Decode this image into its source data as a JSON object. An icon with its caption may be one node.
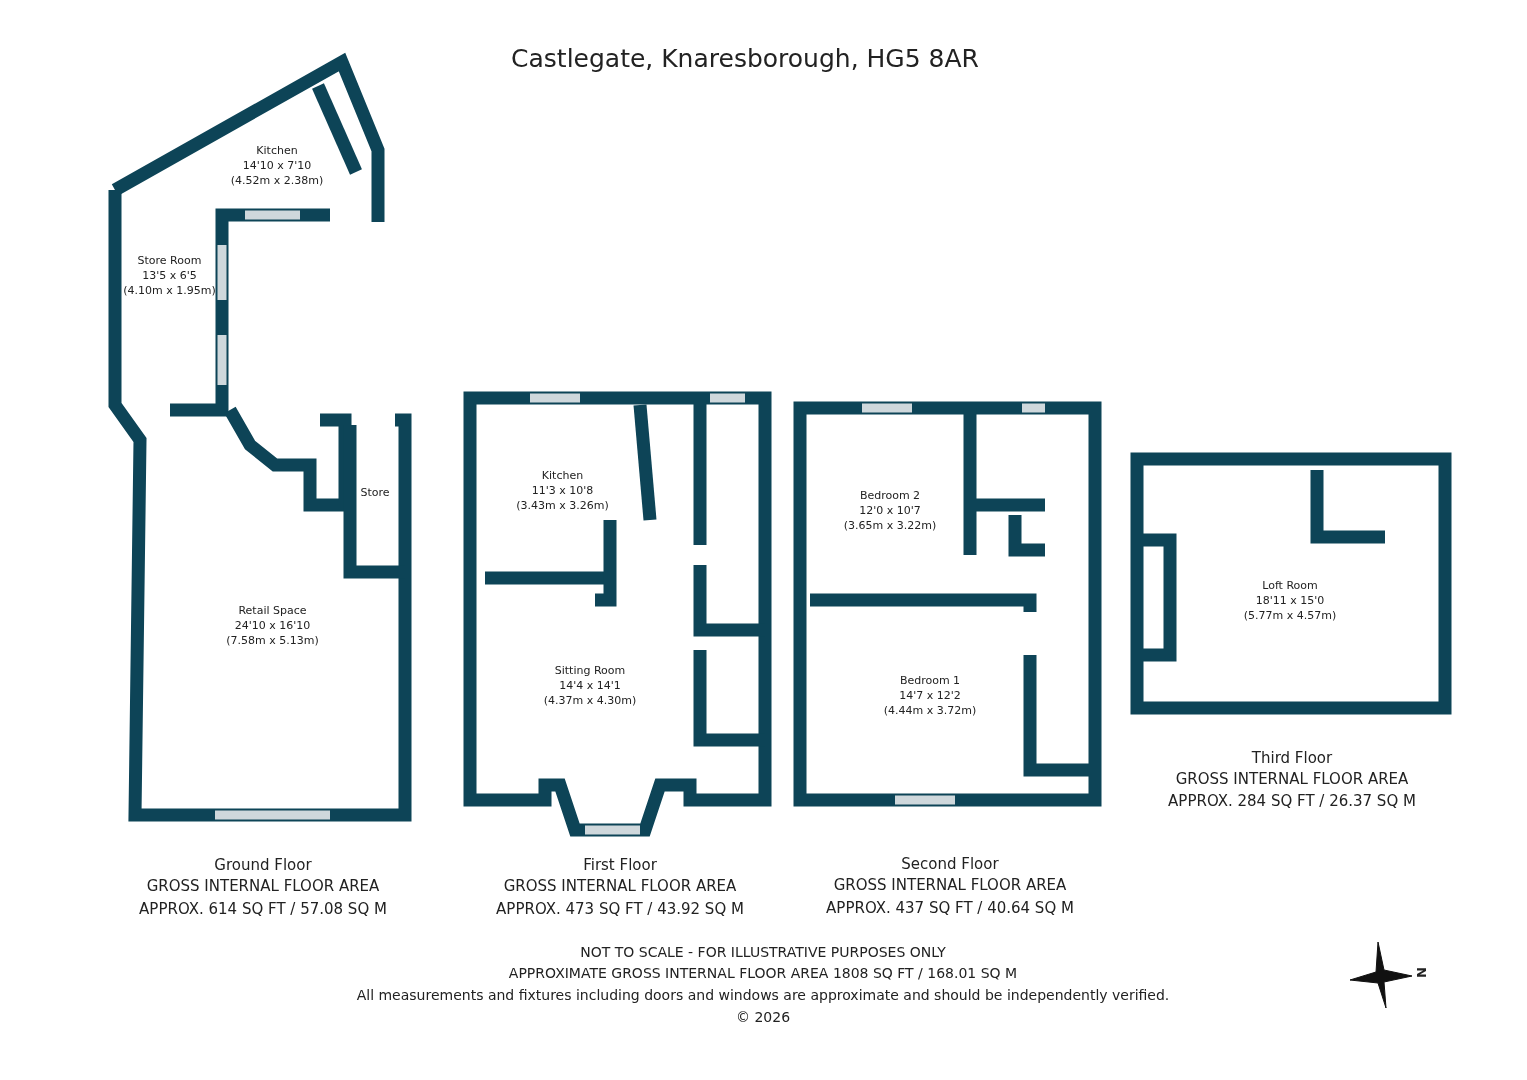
{
  "diagram": {
    "title": "Castlegate, Knaresborough, HG5 8AR",
    "nodes": [
      {
        "text": [
          "Kitchen",
          "14'10 x 7'10",
          "(4.52m x 2.38m)"
        ]
      },
      {
        "text": [
          "Store Room",
          "13'5 x 6'5",
          "(4.10m x 1.95m)"
        ]
      },
      {
        "text": [
          "Store"
        ]
      },
      {
        "text": [
          "Retail Space",
          "24'10 x 16'10",
          "(7.58m x 5.13m)"
        ]
      },
      {
        "text": [
          "Kitchen",
          "11'3 x 10'8",
          "(3.43m x 3.26m)"
        ]
      },
      {
        "text": [
          "Sitting Room",
          "14'4 x 14'1",
          "(4.37m x 4.30m)"
        ]
      },
      {
        "text": [
          "Bedroom 2",
          "12'0 x 10'7",
          "(3.65m x 3.22m)"
        ]
      },
      {
        "text": [
          "Bedroom 1",
          "14'7 x 12'2",
          "(4.44m x 3.72m)"
        ]
      },
      {
        "text": [
          "Loft Room",
          "18'11 x 15'0",
          "(5.77m x 4.57m)"
        ]
      }
    ],
    "edges": [],
    "labels": [
      "Ground Floor",
      "GROSS INTERNAL FLOOR AREA",
      "APPROX. 614 SQ FT / 57.08 SQ M",
      "First Floor",
      "GROSS INTERNAL FLOOR AREA",
      "APPROX. 473 SQ FT / 43.92 SQ M",
      "Second Floor",
      "GROSS INTERNAL FLOOR AREA",
      "APPROX. 437 SQ FT / 40.64 SQ M",
      "Third Floor",
      "GROSS INTERNAL FLOOR AREA",
      "APPROX. 284 SQ FT / 26.37 SQ M",
      "NOT TO SCALE - FOR ILLUSTRATIVE PURPOSES ONLY",
      "APPROXIMATE GROSS INTERNAL FLOOR AREA 1808 SQ FT / 168.01 SQ M",
      "All measurements and fixtures including doors and windows are approximate and should be independently verified.",
      "© 2026",
      "N"
    ]
  }
}
